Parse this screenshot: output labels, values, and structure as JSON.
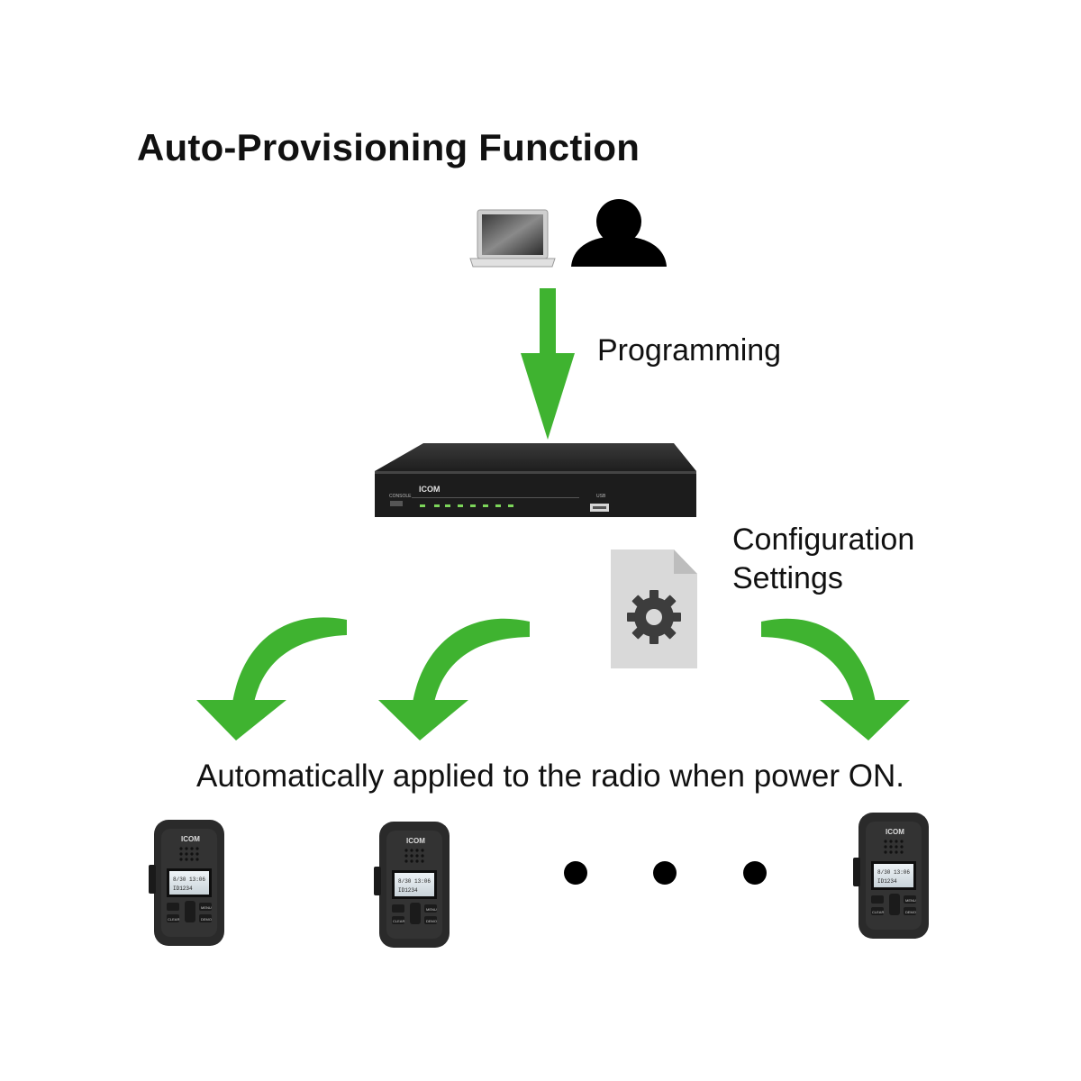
{
  "title": "Auto-Provisioning Function",
  "programming_label": "Programming",
  "config_label": [
    "Configuration",
    "Settings"
  ],
  "applied_label": "Automatically applied to the radio when power ON.",
  "device_brand": "ICOM",
  "radio_display": [
    "8/30 13:06",
    "ID1234"
  ],
  "radio_buttons": [
    "MENU",
    "CLEAR",
    "DEMO"
  ],
  "router_ports": [
    "CONSOLE",
    "USB"
  ],
  "colors": {
    "arrow_green": "#3fb330",
    "person": "#000000",
    "router_body": "#232323",
    "radio_body": "#2a2a2a",
    "document": "#d9d9d9",
    "gear": "#3d3d3d"
  },
  "icons": [
    "laptop-icon",
    "person-icon",
    "router-device",
    "settings-file-icon",
    "gear-icon",
    "radio-device",
    "ellipsis-dots"
  ]
}
